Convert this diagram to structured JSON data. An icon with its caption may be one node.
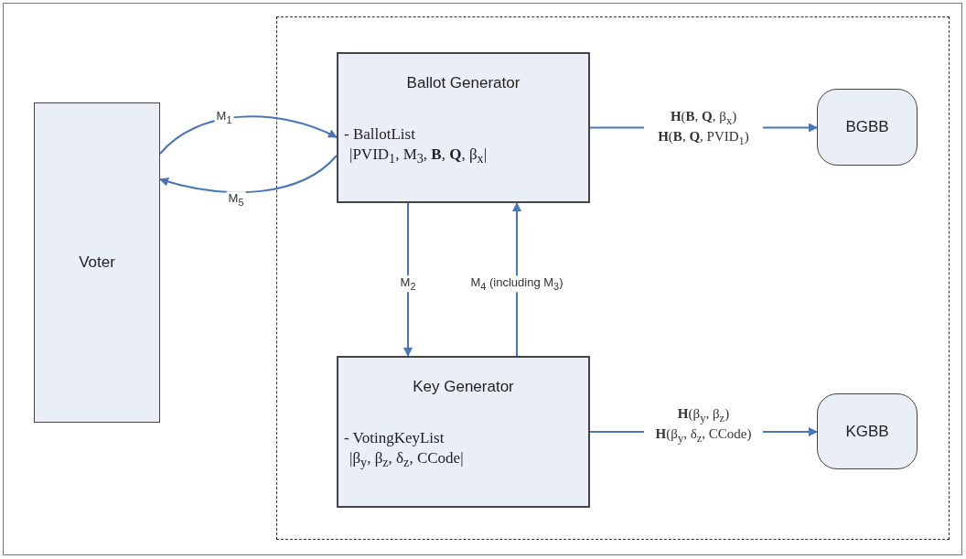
{
  "diagram": {
    "nodes": [
      {
        "text": [],
        "shape": "box"
      },
      {
        "text": [
          "Voter"
        ]
      },
      {
        "text": [
          "Ballot Generator",
          "- BallotList",
          "|PVID$_{1}$, M$_{3}$, **B**, **Q**, β$_{x}$|"
        ],
        "in": 0
      },
      {
        "text": [
          "Key Generator",
          "- VotingKeyList",
          "|β$_{y}$, β$_{z}$, δ$_{z}$, CCode|"
        ],
        "in": 0
      },
      {
        "text": [
          "BGBB"
        ],
        "in": 0
      },
      {
        "text": [
          "KGBB"
        ],
        "in": 0
      }
    ],
    "edges": [
      {
        "from": 1,
        "to": 2,
        "arrow": "to",
        "label": "M$_{1}$"
      },
      {
        "from": 2,
        "to": 1,
        "arrow": "to",
        "label": "M$_{5}$"
      },
      {
        "from": 2,
        "to": 3,
        "arrow": "to",
        "label": "M$_{2}$"
      },
      {
        "from": 3,
        "to": 2,
        "arrow": "to",
        "label": "M$_{4}$ (including M$_{3}$)"
      },
      {
        "from": 2,
        "to": 4,
        "arrow": "to",
        "label": "**H**(**B**, **Q**, β$_{x}$) **H**(**B**, **Q**, PVID$_{1}$)"
      },
      {
        "from": 3,
        "to": 5,
        "arrow": "to",
        "label": "**H**(β$_{y}$, β$_{z}$) **H**(β$_{y}$, δ$_{z}$, CCode)"
      }
    ]
  }
}
